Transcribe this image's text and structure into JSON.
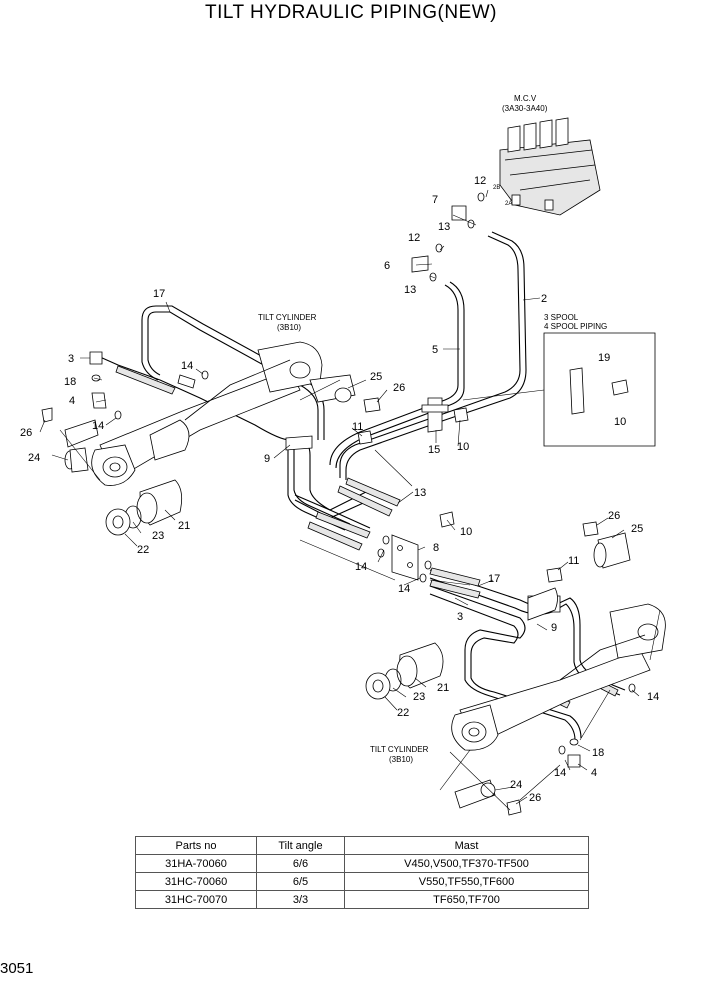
{
  "title": "TILT HYDRAULIC PIPING(NEW)",
  "page_number": "3051",
  "labels": {
    "mcv": "M.C.V",
    "mcv_ref": "(3A30-3A40)",
    "port_2b": "2B",
    "port_2a": "2A",
    "tilt_cylinder_upper": "TILT CYLINDER",
    "tilt_cylinder_upper_ref": "(3B10)",
    "tilt_cylinder_lower": "TILT CYLINDER",
    "tilt_cylinder_lower_ref": "(3B10)",
    "spool_3": "3 SPOOL",
    "spool_4": "4 SPOOL PIPING"
  },
  "callouts": {
    "c12a": "12",
    "c7": "7",
    "c13a": "13",
    "c12b": "12",
    "c6": "6",
    "c13b": "13",
    "c2": "2",
    "c5": "5",
    "c17a": "17",
    "c3a": "3",
    "c18a": "18",
    "c4a": "4",
    "c14a": "14",
    "c14b": "14",
    "c26a": "26",
    "c24a": "24",
    "c25a": "25",
    "c26b": "26",
    "c11a": "11",
    "c9a": "9",
    "c15": "15",
    "c10a": "10",
    "c19": "19",
    "c10b": "10",
    "c13c": "13",
    "c10c": "10",
    "c8": "8",
    "c14c": "14",
    "c14d": "14",
    "c21a": "21",
    "c23a": "23",
    "c22a": "22",
    "c26c": "26",
    "c25b": "25",
    "c11b": "11",
    "c17b": "17",
    "c3b": "3",
    "c9b": "9",
    "c21b": "21",
    "c23b": "23",
    "c22b": "22",
    "c14e": "14",
    "c18b": "18",
    "c14f": "14",
    "c4b": "4",
    "c24b": "24",
    "c26d": "26"
  },
  "table": {
    "headers": [
      "Parts no",
      "Tilt angle",
      "Mast"
    ],
    "rows": [
      [
        "31HA-70060",
        "6/6",
        "V450,V500,TF370-TF500"
      ],
      [
        "31HC-70060",
        "6/5",
        "V550,TF550,TF600"
      ],
      [
        "31HC-70070",
        "3/3",
        "TF650,TF700"
      ]
    ]
  }
}
